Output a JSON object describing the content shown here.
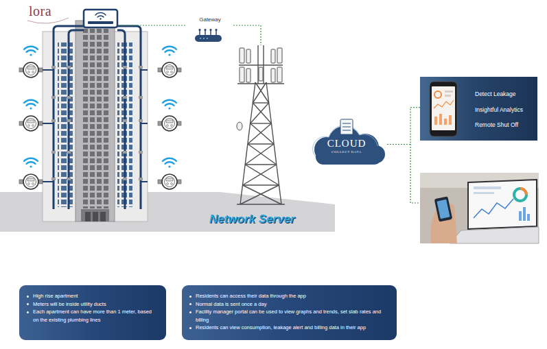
{
  "diagram": {
    "nodes": [
      {
        "text": [
          "Gateway"
        ]
      },
      {
        "text": [
          "Network Server"
        ]
      },
      {
        "text": [
          "CLOUD",
          "COLLECT DATA"
        ]
      },
      {
        "text": [
          "Detect Leakage",
          "Insightful Analytics",
          "Remote Shut Off"
        ]
      },
      {
        "text": [
          "High rise apartment",
          "Meters will be inside utility ducts",
          "Each apartment can have more than 1 meter, based on the existing plumbing lines"
        ]
      },
      {
        "text": [
          "Residents can access their data through the app",
          "Normal data is sent once a day",
          "Facility manager portal can be used to view graphs and trends, set slab rates and billing",
          "Residents can view consumption, leakage alert and billing data in their app"
        ]
      }
    ],
    "edges": [
      {
        "from": 0,
        "to": 1,
        "arrow": "none"
      },
      {
        "from": 2,
        "to": 3,
        "arrow": "none"
      }
    ],
    "labels": [
      "lora"
    ]
  }
}
